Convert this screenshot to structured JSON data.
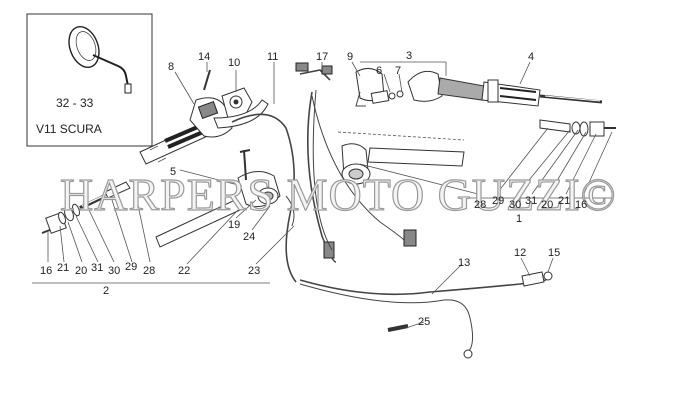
{
  "inset": {
    "part_range": "32 - 33",
    "model_name": "V11 SCURA"
  },
  "watermark": "HARPERS MOTO GUZZI©",
  "callouts": [
    {
      "id": "c14",
      "text": "14"
    },
    {
      "id": "c10",
      "text": "10"
    },
    {
      "id": "c8",
      "text": "8"
    },
    {
      "id": "c11",
      "text": "11"
    },
    {
      "id": "c17",
      "text": "17"
    },
    {
      "id": "c9",
      "text": "9"
    },
    {
      "id": "c3",
      "text": "3"
    },
    {
      "id": "c6",
      "text": "6"
    },
    {
      "id": "c7",
      "text": "7"
    },
    {
      "id": "c4",
      "text": "4"
    },
    {
      "id": "c5",
      "text": "5"
    },
    {
      "id": "c19",
      "text": "19"
    },
    {
      "id": "c24",
      "text": "24"
    },
    {
      "id": "c13",
      "text": "13"
    },
    {
      "id": "c12",
      "text": "12"
    },
    {
      "id": "c15",
      "text": "15"
    },
    {
      "id": "c25",
      "text": "25"
    },
    {
      "id": "c22",
      "text": "22"
    },
    {
      "id": "c23",
      "text": "23"
    },
    {
      "id": "c1",
      "text": "1"
    },
    {
      "id": "c2",
      "text": "2"
    }
  ],
  "left_series": [
    "16",
    "21",
    "20",
    "31",
    "30",
    "29",
    "28"
  ],
  "right_series": [
    "28",
    "29",
    "30",
    "31",
    "20",
    "21",
    "16"
  ]
}
